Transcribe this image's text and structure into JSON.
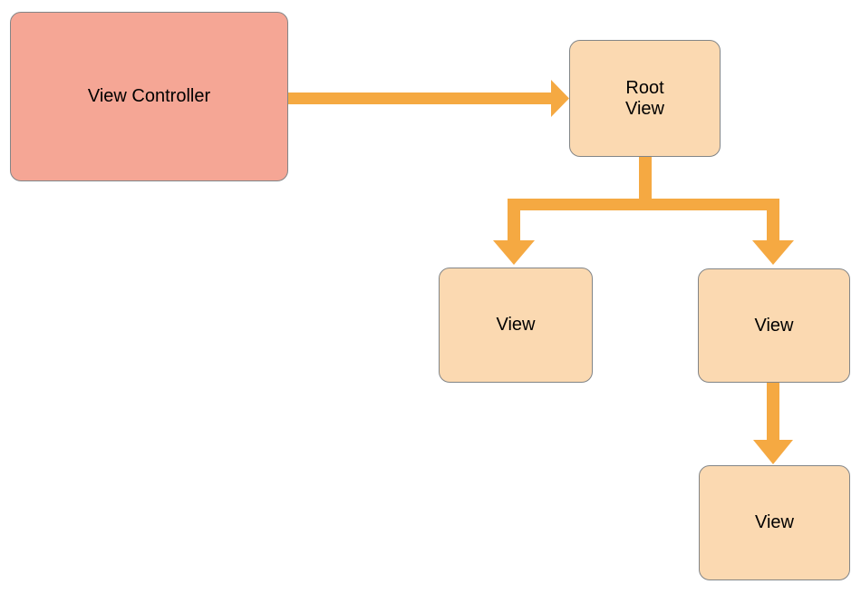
{
  "diagram": {
    "nodes": [
      {
        "id": "view-controller",
        "label": "View Controller",
        "type": "controller"
      },
      {
        "id": "root-view",
        "label": "Root\nView",
        "type": "view"
      },
      {
        "id": "view-left",
        "label": "View",
        "type": "view"
      },
      {
        "id": "view-right",
        "label": "View",
        "type": "view"
      },
      {
        "id": "view-bottom",
        "label": "View",
        "type": "view"
      }
    ],
    "edges": [
      {
        "from": "view-controller",
        "to": "root-view"
      },
      {
        "from": "root-view",
        "to": "view-left"
      },
      {
        "from": "root-view",
        "to": "view-right"
      },
      {
        "from": "view-right",
        "to": "view-bottom"
      }
    ],
    "colors": {
      "controller_fill": "#F5A695",
      "view_fill": "#FBD9B1",
      "arrow": "#F5A942",
      "border": "#828587",
      "text": "#000000",
      "background": "#FFFFFF"
    }
  }
}
